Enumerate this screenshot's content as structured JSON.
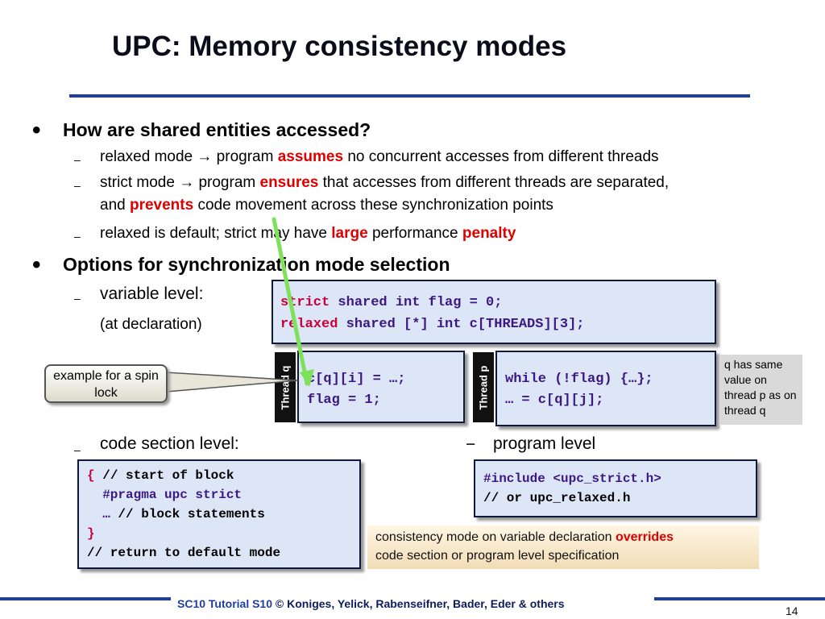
{
  "slide": {
    "title": "UPC:  Memory consistency modes",
    "bullet_glyph": "•",
    "dash_glyph": "–",
    "bullet1": {
      "heading": "How are shared entities accessed?",
      "items": [
        {
          "pre": "relaxed mode → program ",
          "em": "assumes",
          "post": " no concurrent accesses from different threads"
        },
        {
          "pre": "strict mode → program ",
          "em": "ensures",
          "post": " that accesses from different threads are separated,",
          "line2_pre": "and ",
          "line2_em": "prevents",
          "line2_post": " code movement across these synchronization points"
        },
        {
          "pre": "relaxed is default; strict may have ",
          "em": "large",
          "mid": " performance ",
          "em2": "penalty"
        }
      ]
    },
    "bullet2": {
      "heading": "Options for synchronization mode selection",
      "variable_level": "variable level:",
      "at_declaration": "(at declaration)",
      "code_section_level": "code section level:",
      "program_level": "program level",
      "program_dash": "−"
    },
    "decl_code": {
      "line1_kw": "strict",
      "line1_rest": " shared int flag = 0;",
      "line2_kw": "relaxed",
      "line2_rest": " shared [*] int c[THREADS][3];"
    },
    "thread_q": {
      "label": "Thread q",
      "line1": "c[q][i] = …;",
      "line2": "flag = 1;"
    },
    "thread_p": {
      "label": "Thread p",
      "line1": "while (!flag) {…};",
      "line2": "… = c[q][j];"
    },
    "callout": "example for a spin lock",
    "q_note": "q has same value  on thread p as on thread q",
    "section_code": {
      "l1_brace": "{",
      "l1_rest": " // start of block",
      "l2": "  #pragma upc strict",
      "l3_ell": "  …",
      "l3_rest": " // block statements",
      "l4": "}",
      "l5": "// return to default mode"
    },
    "program_code": {
      "line1": "#include <upc_strict.h>",
      "line2": "// or upc_relaxed.h"
    },
    "override_note": {
      "pre": "consistency mode on variable declaration ",
      "em": "overrides",
      "post": "code section or program level specification"
    },
    "footer": {
      "tutorial": "SC10 Tutorial S10",
      "authors": " © Koniges, Yelick, Rabenseifner, Bader, Eder & others",
      "page": "14"
    },
    "colors": {
      "accent_blue": "#1f3fa0",
      "emphasis_red": "#e00000",
      "keyword_red": "#c8003c",
      "code_purple": "#3c1882",
      "code_bg": "#dde6f7",
      "arrow_green": "#7fe05c"
    }
  }
}
